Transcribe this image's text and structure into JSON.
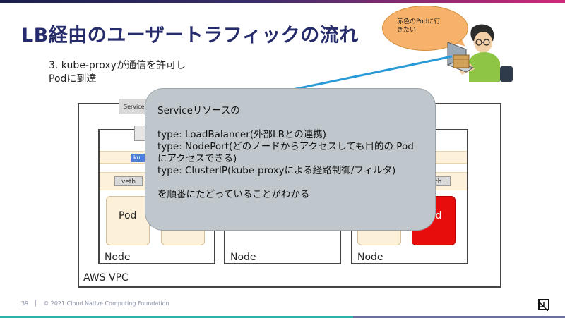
{
  "slide": {
    "title": "LB経由のユーザートラフィックの流れ",
    "step_line1": "3. kube-proxyが通信を許可し",
    "step_line2": "Podに到達"
  },
  "bubble": {
    "line1": "赤色のPodに行",
    "line2": "きたい"
  },
  "diagram": {
    "vpc_label": "AWS VPC",
    "service_tag": "Service",
    "kube_tag": "ku",
    "veth_left": "veth",
    "veth_right": "eth",
    "pod_left": "Pod",
    "pod_right": "Pod",
    "node_labels": [
      "Node",
      "Node",
      "Node"
    ],
    "colors": {
      "pod_target": "#e80d0d",
      "beam": "#2a9ad6",
      "popup_bg": "#bfc7cc"
    }
  },
  "popup": {
    "heading": "Serviceリソースの",
    "line1": "type: LoadBalancer(外部LBとの連携)",
    "line2a": "type: NodePort(どのノードからアクセスしても目的の Pod",
    "line2b": "にアクセスできる)",
    "line3": "type: ClusterIP(kube-proxyによる経路制御/フィルタ)",
    "footer_text": "を順番にたどっていることがわかる"
  },
  "footer": {
    "page_number": "39",
    "copyright": "© 2021 Cloud Native Computing Foundation"
  }
}
